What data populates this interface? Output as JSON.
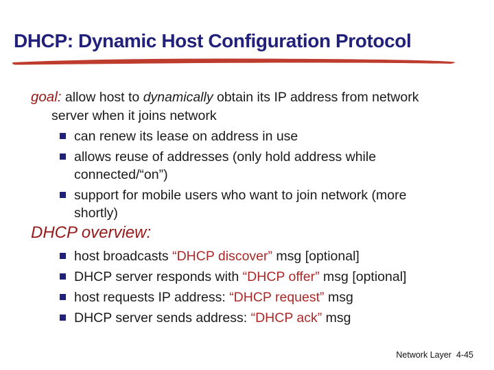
{
  "slide": {
    "title": "DHCP: Dynamic Host Configuration Protocol",
    "footer": {
      "label": "Network Layer",
      "page": "4-45"
    }
  },
  "goal": {
    "label": "goal:",
    "line1_pre": " allow host to ",
    "line1_em": "dynamically",
    "line1_post": " obtain its IP address from network",
    "line2": "server when it joins network",
    "bullets": [
      {
        "lines": [
          "can renew its lease on address in use"
        ]
      },
      {
        "lines": [
          "allows reuse of addresses (only hold address while",
          "connected/“on”)"
        ]
      },
      {
        "lines": [
          "support for mobile users who want to join network (more",
          "shortly)"
        ]
      }
    ]
  },
  "overview": {
    "heading": "DHCP overview:",
    "bullets": [
      {
        "pre": "host broadcasts ",
        "red": "“DHCP discover”",
        "post": " msg [optional]"
      },
      {
        "pre": "DHCP server responds with ",
        "red": "“DHCP offer”",
        "post": " msg [optional]"
      },
      {
        "pre": "host requests IP address: ",
        "red": "“DHCP request”",
        "post": " msg"
      },
      {
        "pre": "DHCP server sends address: ",
        "red": "“DHCP ack”",
        "post": " msg"
      }
    ]
  },
  "colors": {
    "title_navy": "#21217B",
    "underline_red": "#BE3C2D",
    "heading_dark_red": "#961919",
    "phrase_red": "#AA2828",
    "body_black": "#1A1A1A",
    "bullet_navy": "#21217B",
    "background": "#FFFFFF"
  }
}
